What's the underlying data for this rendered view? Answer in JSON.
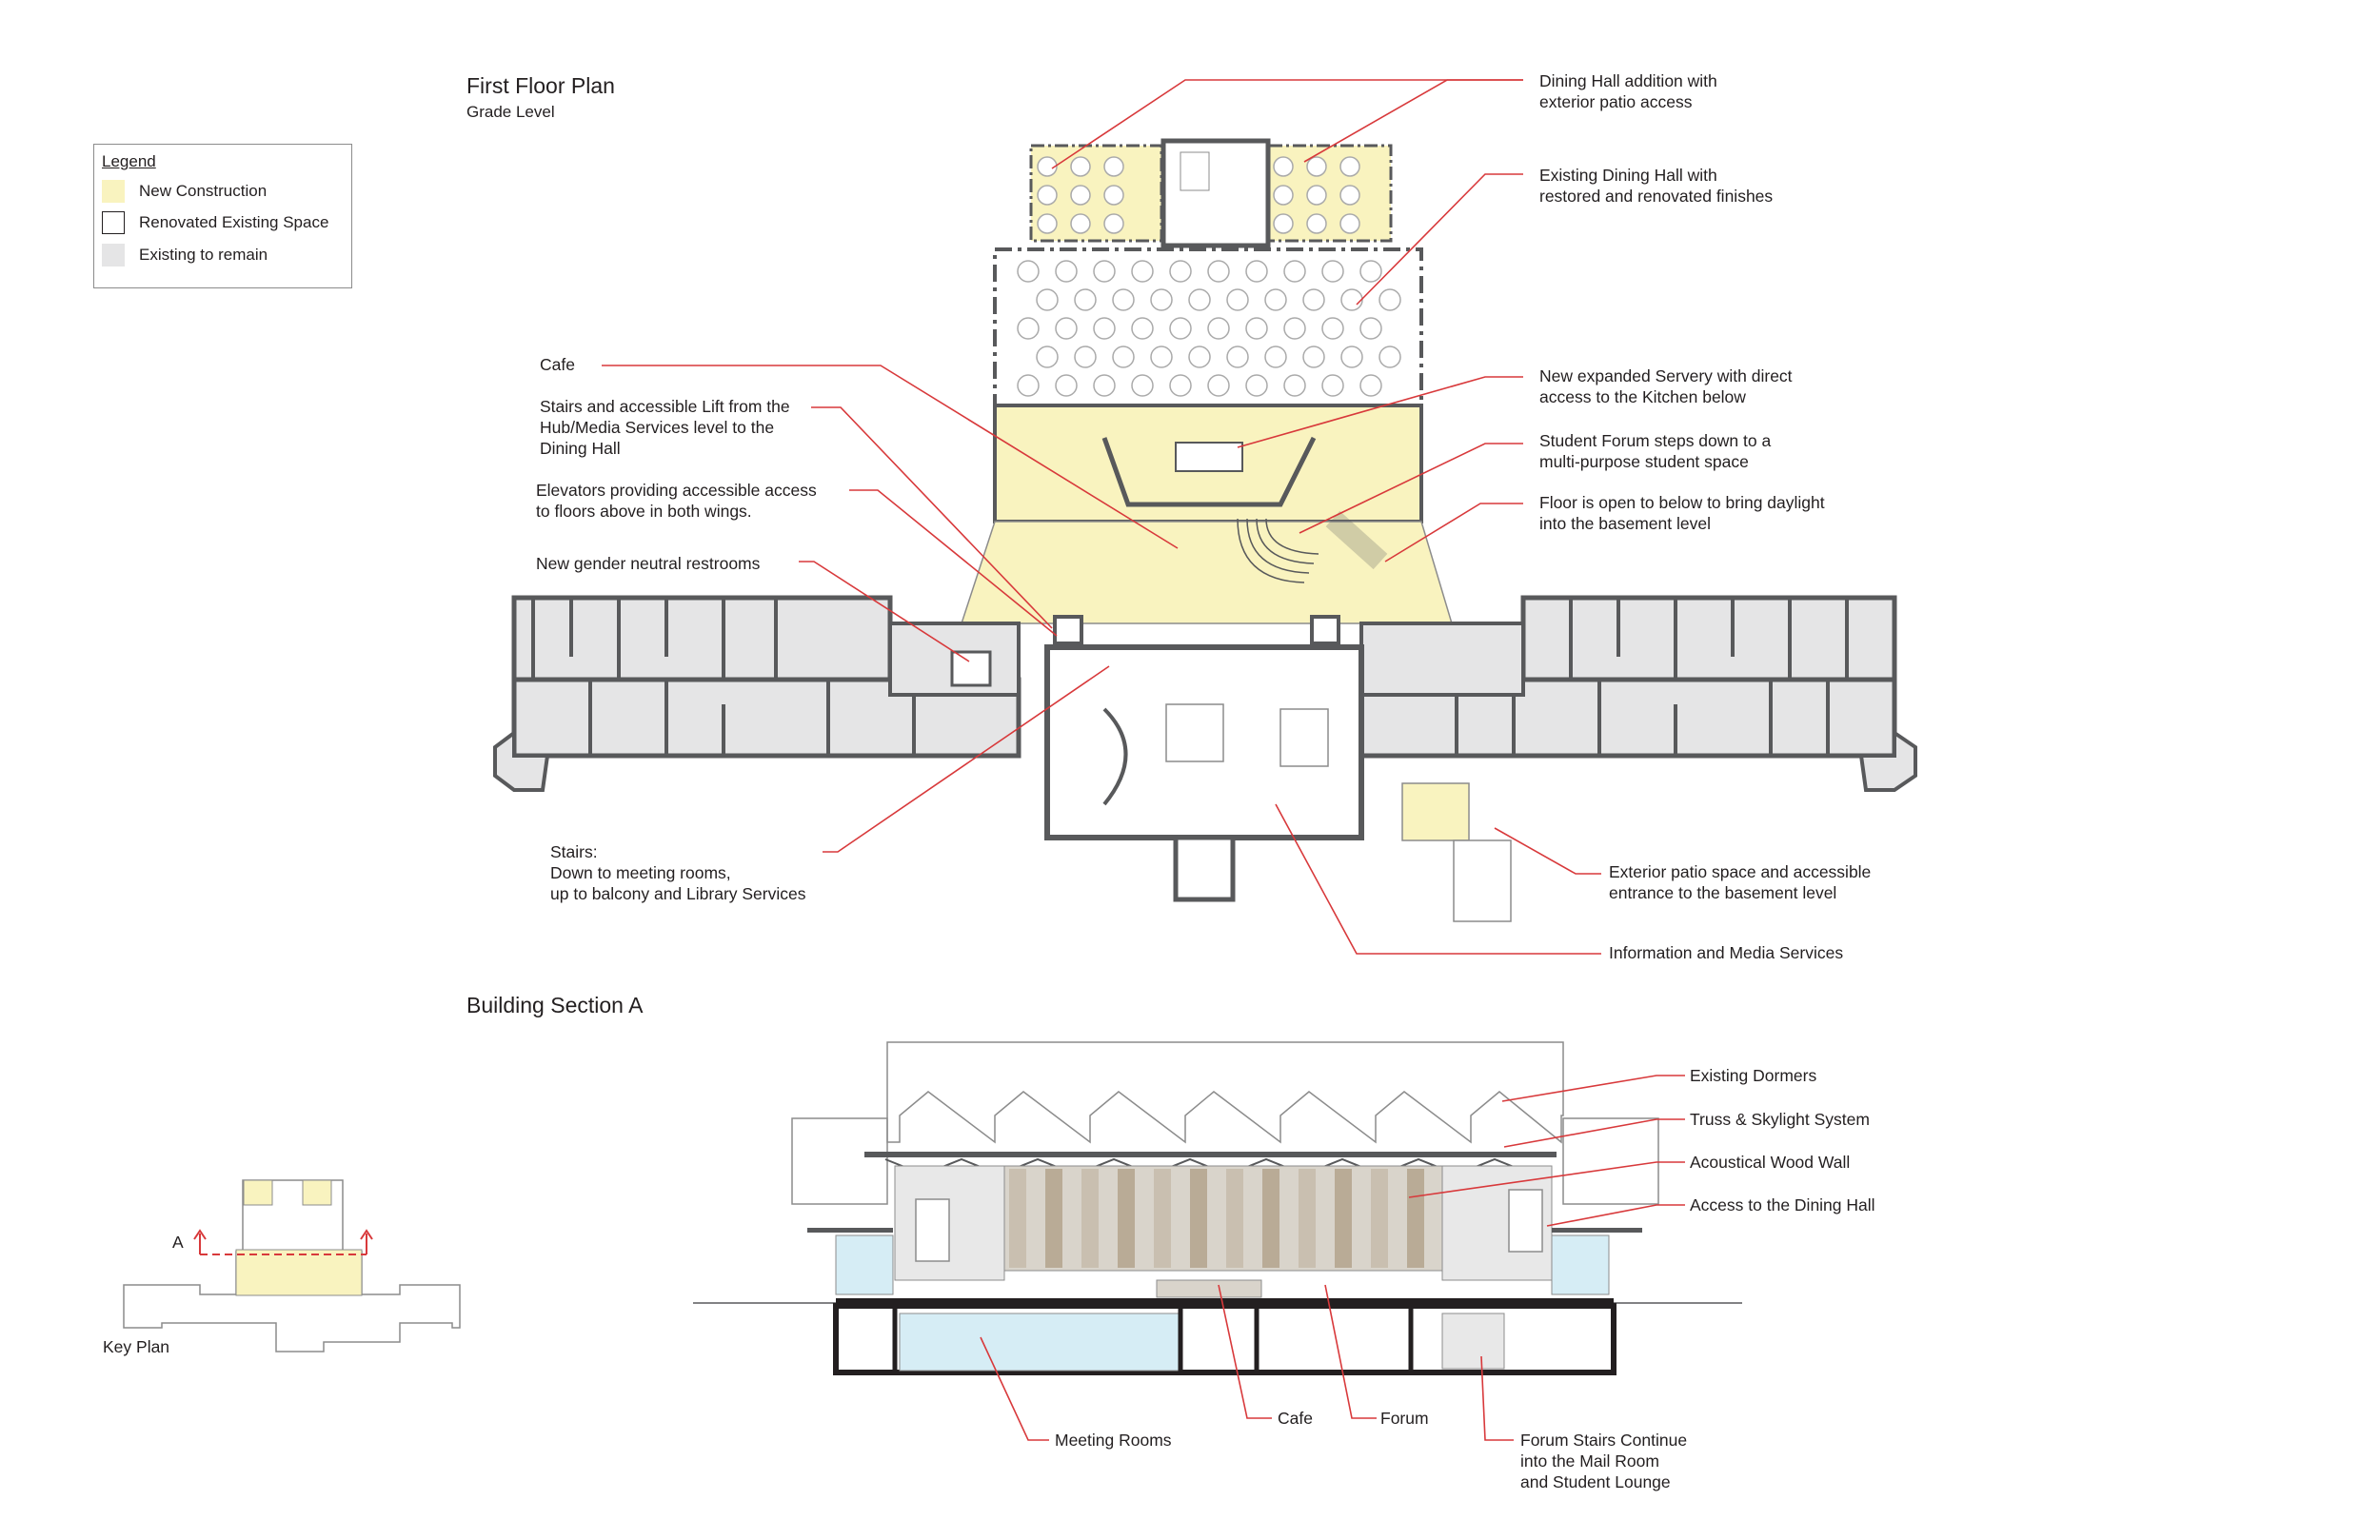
{
  "plan": {
    "title": "First Floor Plan",
    "subtitle": "Grade Level"
  },
  "legend": {
    "title": "Legend",
    "items": [
      {
        "label": "New Construction",
        "color": "#f9f3bf",
        "border": "#f9f3bf"
      },
      {
        "label": "Renovated Existing Space",
        "color": "#ffffff",
        "border": "#231f20"
      },
      {
        "label": "Existing to remain",
        "color": "#e5e5e6",
        "border": "#e5e5e6"
      }
    ]
  },
  "colors": {
    "accent": "#d8393b",
    "new_construction": "#f9f3bf",
    "existing": "#e5e5e6",
    "wall": "#58595b"
  },
  "plan_labels": {
    "dining_addition": "Dining Hall addition with\nexterior patio access",
    "existing_dining": "Existing Dining Hall with\nrestored and renovated finishes",
    "servery": "New expanded Servery with direct\naccess to the Kitchen below",
    "forum": "Student Forum steps down to a\nmulti-purpose student space",
    "floor_open": "Floor is open to below to bring daylight\ninto the basement level",
    "cafe": "Cafe",
    "stairs_lift": "Stairs and accessible Lift from the\nHub/Media Services level to the\nDining Hall",
    "elevators": "Elevators providing accessible access\nto floors above in both wings.",
    "restrooms": "New gender neutral restrooms",
    "stairs": "Stairs:\nDown to meeting rooms,\nup to balcony and Library Services",
    "patio": "Exterior patio space and accessible\nentrance to the basement level",
    "info_media": "Information and Media Services"
  },
  "section": {
    "title": "Building Section A"
  },
  "section_labels": {
    "dormers": "Existing Dormers",
    "truss": "Truss & Skylight System",
    "wood_wall": "Acoustical Wood Wall",
    "dining_access": "Access to the Dining Hall",
    "meeting": "Meeting Rooms",
    "cafe": "Cafe",
    "forum": "Forum",
    "forum_stairs": "Forum Stairs Continue\ninto the Mail Room\nand Student Lounge"
  },
  "key_plan": {
    "label": "Key Plan",
    "section_marker": "A"
  }
}
